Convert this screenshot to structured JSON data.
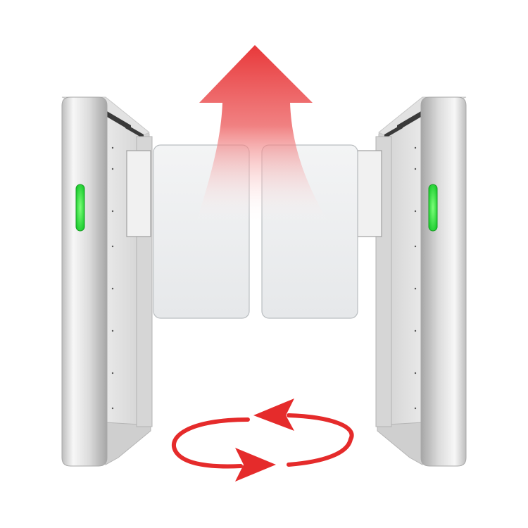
{
  "scene": {
    "subject": "swing-barrier-turnstile",
    "background_color": "#ffffff",
    "colors": {
      "steel_light": "#f4f4f4",
      "steel_mid": "#d9d9d9",
      "steel_dark": "#a9a9a9",
      "vent": "#3a3a3a",
      "glass": "#eef0f1",
      "glass_edge": "#b9bdc0",
      "indicator_green": "#2bdc3a",
      "arrow_red": "#e8383a",
      "rotation_red": "#e52b2b"
    },
    "indicators": [
      {
        "side": "left",
        "state": "green"
      },
      {
        "side": "right",
        "state": "green"
      }
    ],
    "icons": {
      "pass_direction": "up-arrow-icon",
      "swing_motion": "rotation-arrows-icon"
    }
  }
}
